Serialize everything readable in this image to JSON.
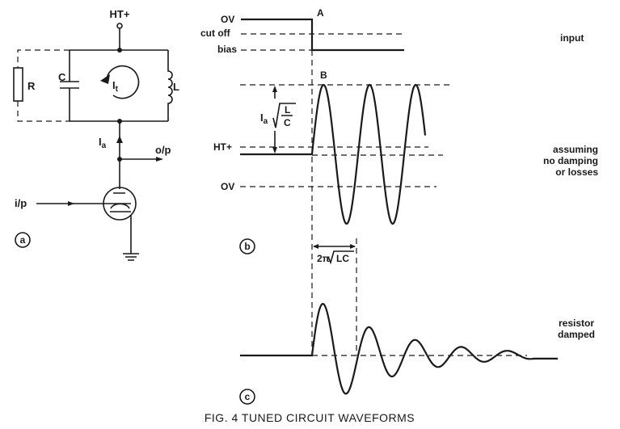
{
  "circuit": {
    "supply": "HT+",
    "resistor": "R",
    "capacitor": "C",
    "inductor": "L",
    "tank_current": {
      "main": "I",
      "sub": "t"
    },
    "anode_current": {
      "main": "I",
      "sub": "a"
    },
    "output": "o/p",
    "input": "i/p",
    "panel": "a"
  },
  "input_panel": {
    "ov": "OV",
    "cutoff": "cut off",
    "bias": "bias",
    "point": "A",
    "title": "input"
  },
  "undamped_panel": {
    "point": "B",
    "amplitude": {
      "main": "I",
      "sub": "a",
      "num": "L",
      "den": "C"
    },
    "ht": "HT+",
    "ov": "OV",
    "period": {
      "prefix": "2π",
      "radicand": "LC"
    },
    "note": [
      "assuming",
      "no damping",
      "or losses"
    ],
    "panel": "b"
  },
  "damped_panel": {
    "note": [
      "resistor",
      "damped"
    ],
    "panel": "c"
  },
  "caption": "FIG. 4   TUNED CIRCUIT WAVEFORMS"
}
